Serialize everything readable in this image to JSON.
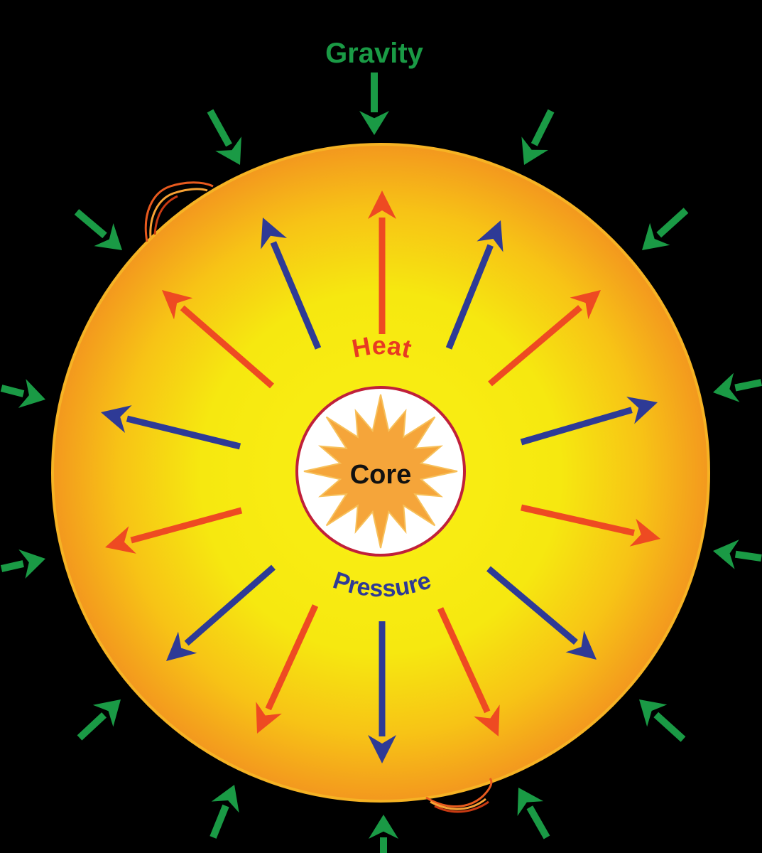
{
  "labels": {
    "gravity": "Gravity",
    "heat": "Heat",
    "pressure": "Pressure",
    "core": "Core"
  },
  "colors": {
    "background": "#000000",
    "gravity": "#1a9a45",
    "heat": "#ee4a22",
    "pressure": "#2e3a96",
    "star_outer": "#f39a1e",
    "star_inner": "#f6ea10",
    "core_ring": "#c0203a",
    "core_fill": "#ffffff",
    "core_sun": "#f5a53a"
  }
}
